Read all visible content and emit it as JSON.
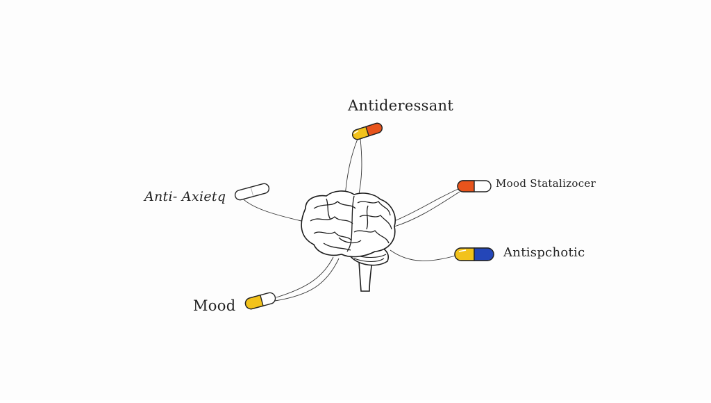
{
  "diagram": {
    "labels": {
      "antidepressant": "Antideressant",
      "mood_stabilizer": "Mood Statalizocer",
      "anti_anxiety": "Anti- Axietq",
      "antipsychotic": "Antispchotic",
      "mood": "Mood"
    },
    "colors": {
      "orange": "#e8541c",
      "yellow": "#f2c21b",
      "blue": "#2446b8",
      "ink": "#222222",
      "white": "#ffffff"
    },
    "icons": [
      "brain-icon",
      "capsule-icon"
    ]
  }
}
